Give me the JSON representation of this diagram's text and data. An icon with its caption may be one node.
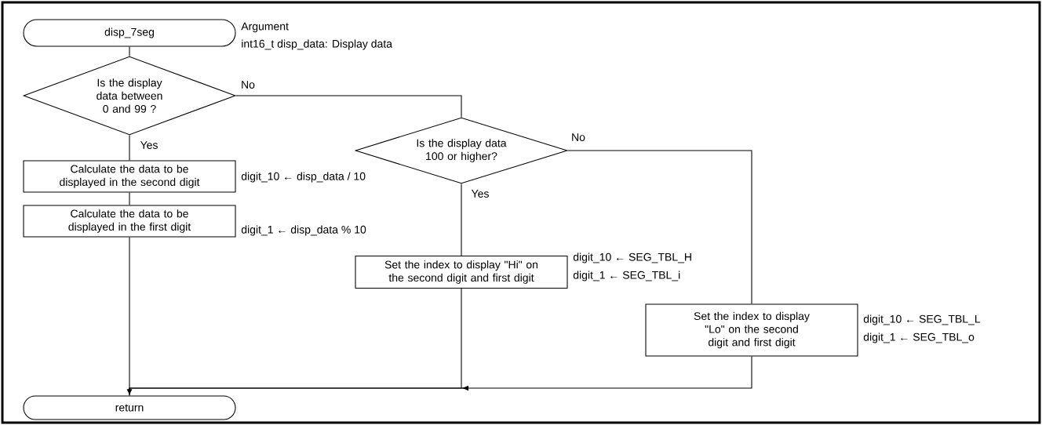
{
  "diagram": {
    "nodes": [
      {
        "text": [
          "disp_7seg"
        ],
        "beside": [
          "Argument",
          "int16_t disp_data: Display data"
        ]
      },
      {
        "text": [
          "Is the display data between 0 and 99 ?"
        ]
      },
      {
        "text": [
          "Calculate the data to be displayed in the second digit"
        ],
        "beside": [
          "digit_10 ← disp_data / 10"
        ]
      },
      {
        "text": [
          "Calculate the data to be displayed in the first digit"
        ],
        "beside": [
          "digit_1 ← disp_data % 10"
        ]
      },
      {
        "text": [
          "Is the display data 100 or higher?"
        ]
      },
      {
        "text": [
          "Set the index to display \"Hi\" on the second digit and first digit"
        ],
        "beside": [
          "digit_10 ← SEG_TBL_H",
          "digit_1 ← SEG_TBL_i"
        ]
      },
      {
        "text": [
          "Set the index to display \"Lo\" on the second digit and first digit"
        ],
        "beside": [
          "digit_10 ← SEG_TBL_L",
          "digit_1 ← SEG_TBL_o"
        ]
      },
      {
        "text": [
          "return"
        ]
      }
    ],
    "edges": [
      {
        "from": 0,
        "to": 1,
        "arrow": "none"
      },
      {
        "from": 1,
        "to": 2,
        "arrow": "none",
        "label": "Yes"
      },
      {
        "from": 1,
        "to": 4,
        "arrow": "none",
        "label": "No"
      },
      {
        "from": 2,
        "to": 3,
        "arrow": "none"
      },
      {
        "from": 4,
        "to": 5,
        "arrow": "none",
        "label": "Yes"
      },
      {
        "from": 4,
        "to": 6,
        "arrow": "none",
        "label": "No"
      },
      {
        "from": 3,
        "to": 7,
        "arrow": "none"
      },
      {
        "from": 5,
        "to": 7,
        "arrow": "to"
      },
      {
        "from": 6,
        "to": 7,
        "arrow": "to"
      }
    ]
  }
}
